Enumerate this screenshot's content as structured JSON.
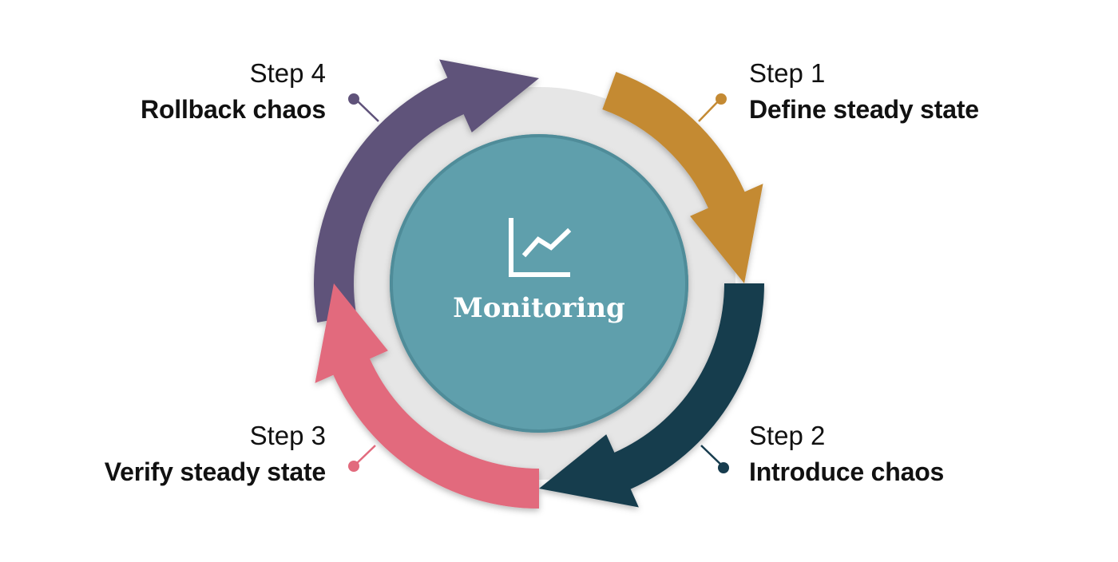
{
  "center": {
    "title": "Monitoring",
    "icon": "line-chart-icon"
  },
  "steps": [
    {
      "number_label": "Step 1",
      "title": "Define steady state",
      "color": "#C48A33"
    },
    {
      "number_label": "Step 2",
      "title": "Introduce chaos",
      "color": "#173C4E"
    },
    {
      "number_label": "Step 3",
      "title": "Verify steady state",
      "color": "#E26A7D"
    },
    {
      "number_label": "Step 4",
      "title": "Rollback chaos",
      "color": "#5F527A"
    }
  ],
  "colors": {
    "center_fill": "#5F9FAC",
    "ring_background": "#E6E6E6",
    "text": "#111111"
  }
}
